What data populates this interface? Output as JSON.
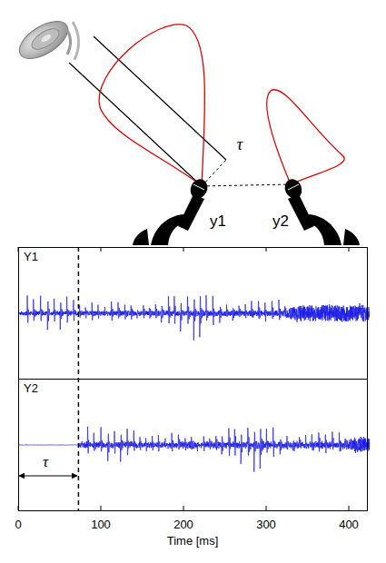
{
  "diagram": {
    "nodes": [
      {
        "text": [
          "Y1"
        ]
      },
      {
        "text": [
          "Y2"
        ]
      }
    ],
    "labels": [
      "τ",
      "y1",
      "y2",
      "τ",
      "0",
      "100",
      "200",
      "300",
      "400",
      "Time [ms]"
    ]
  }
}
